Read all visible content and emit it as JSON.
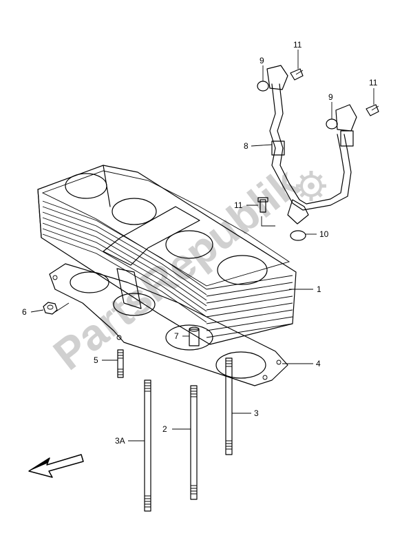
{
  "watermark": "PartsRepublik",
  "callouts": {
    "c1": "1",
    "c2": "2",
    "c3": "3",
    "c3a": "3A",
    "c4": "4",
    "c5": "5",
    "c6": "6",
    "c7": "7",
    "c8": "8",
    "c9a": "9",
    "c9b": "9",
    "c10": "10",
    "c11a": "11",
    "c11b": "11",
    "c11c": "11"
  }
}
